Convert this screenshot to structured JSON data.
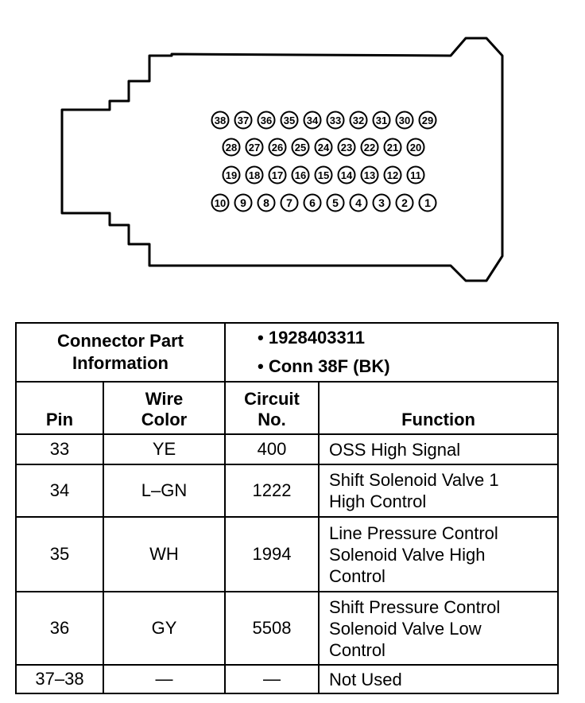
{
  "connector": {
    "pin_rows": [
      [
        "38",
        "37",
        "36",
        "35",
        "34",
        "33",
        "32",
        "31",
        "30",
        "29"
      ],
      [
        "28",
        "27",
        "26",
        "25",
        "24",
        "23",
        "22",
        "21",
        "20"
      ],
      [
        "19",
        "18",
        "17",
        "16",
        "15",
        "14",
        "13",
        "12",
        "11"
      ],
      [
        "10",
        "9",
        "8",
        "7",
        "6",
        "5",
        "4",
        "3",
        "2",
        "1"
      ]
    ]
  },
  "table": {
    "info_label_line1": "Connector Part",
    "info_label_line2": "Information",
    "info_items": [
      "• 1928403311",
      "• Conn 38F (BK)"
    ],
    "headers": {
      "pin": "Pin",
      "wire_color_1": "Wire",
      "wire_color_2": "Color",
      "circuit_1": "Circuit",
      "circuit_2": "No.",
      "function": "Function"
    },
    "rows": [
      {
        "pin": "33",
        "color": "YE",
        "circuit": "400",
        "function": [
          "OSS High Signal"
        ]
      },
      {
        "pin": "34",
        "color": "L–GN",
        "circuit": "1222",
        "function": [
          "Shift Solenoid Valve 1",
          "High Control"
        ]
      },
      {
        "pin": "35",
        "color": "WH",
        "circuit": "1994",
        "function": [
          "Line Pressure Control",
          "Solenoid Valve High",
          "Control"
        ]
      },
      {
        "pin": "36",
        "color": "GY",
        "circuit": "5508",
        "function": [
          "Shift Pressure Control",
          "Solenoid Valve Low",
          "Control"
        ]
      },
      {
        "pin": "37–38",
        "color": "—",
        "circuit": "—",
        "function": [
          "Not Used"
        ]
      }
    ]
  }
}
